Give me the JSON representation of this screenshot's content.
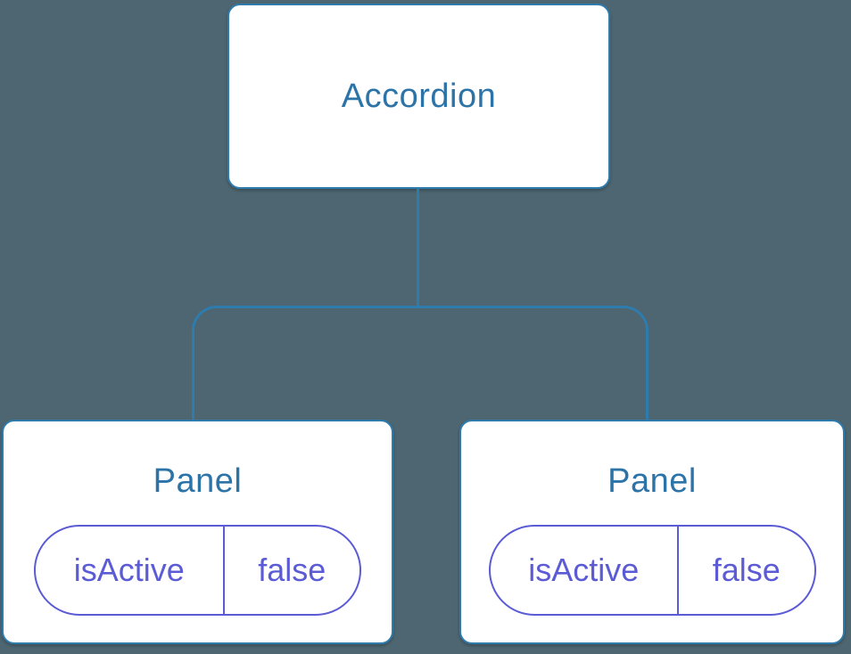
{
  "diagram": {
    "type": "component-tree",
    "root": {
      "label": "Accordion"
    },
    "children": [
      {
        "label": "Panel",
        "state": {
          "key": "isActive",
          "value": "false"
        }
      },
      {
        "label": "Panel",
        "state": {
          "key": "isActive",
          "value": "false"
        }
      }
    ]
  },
  "colors": {
    "background": "#4D6671",
    "node_fill": "#FFFFFF",
    "node_border_blue": "#2E7BAE",
    "connector_blue": "#2E7BAE",
    "label_blue": "#2C74A8",
    "state_purple": "#5B5BD6"
  }
}
